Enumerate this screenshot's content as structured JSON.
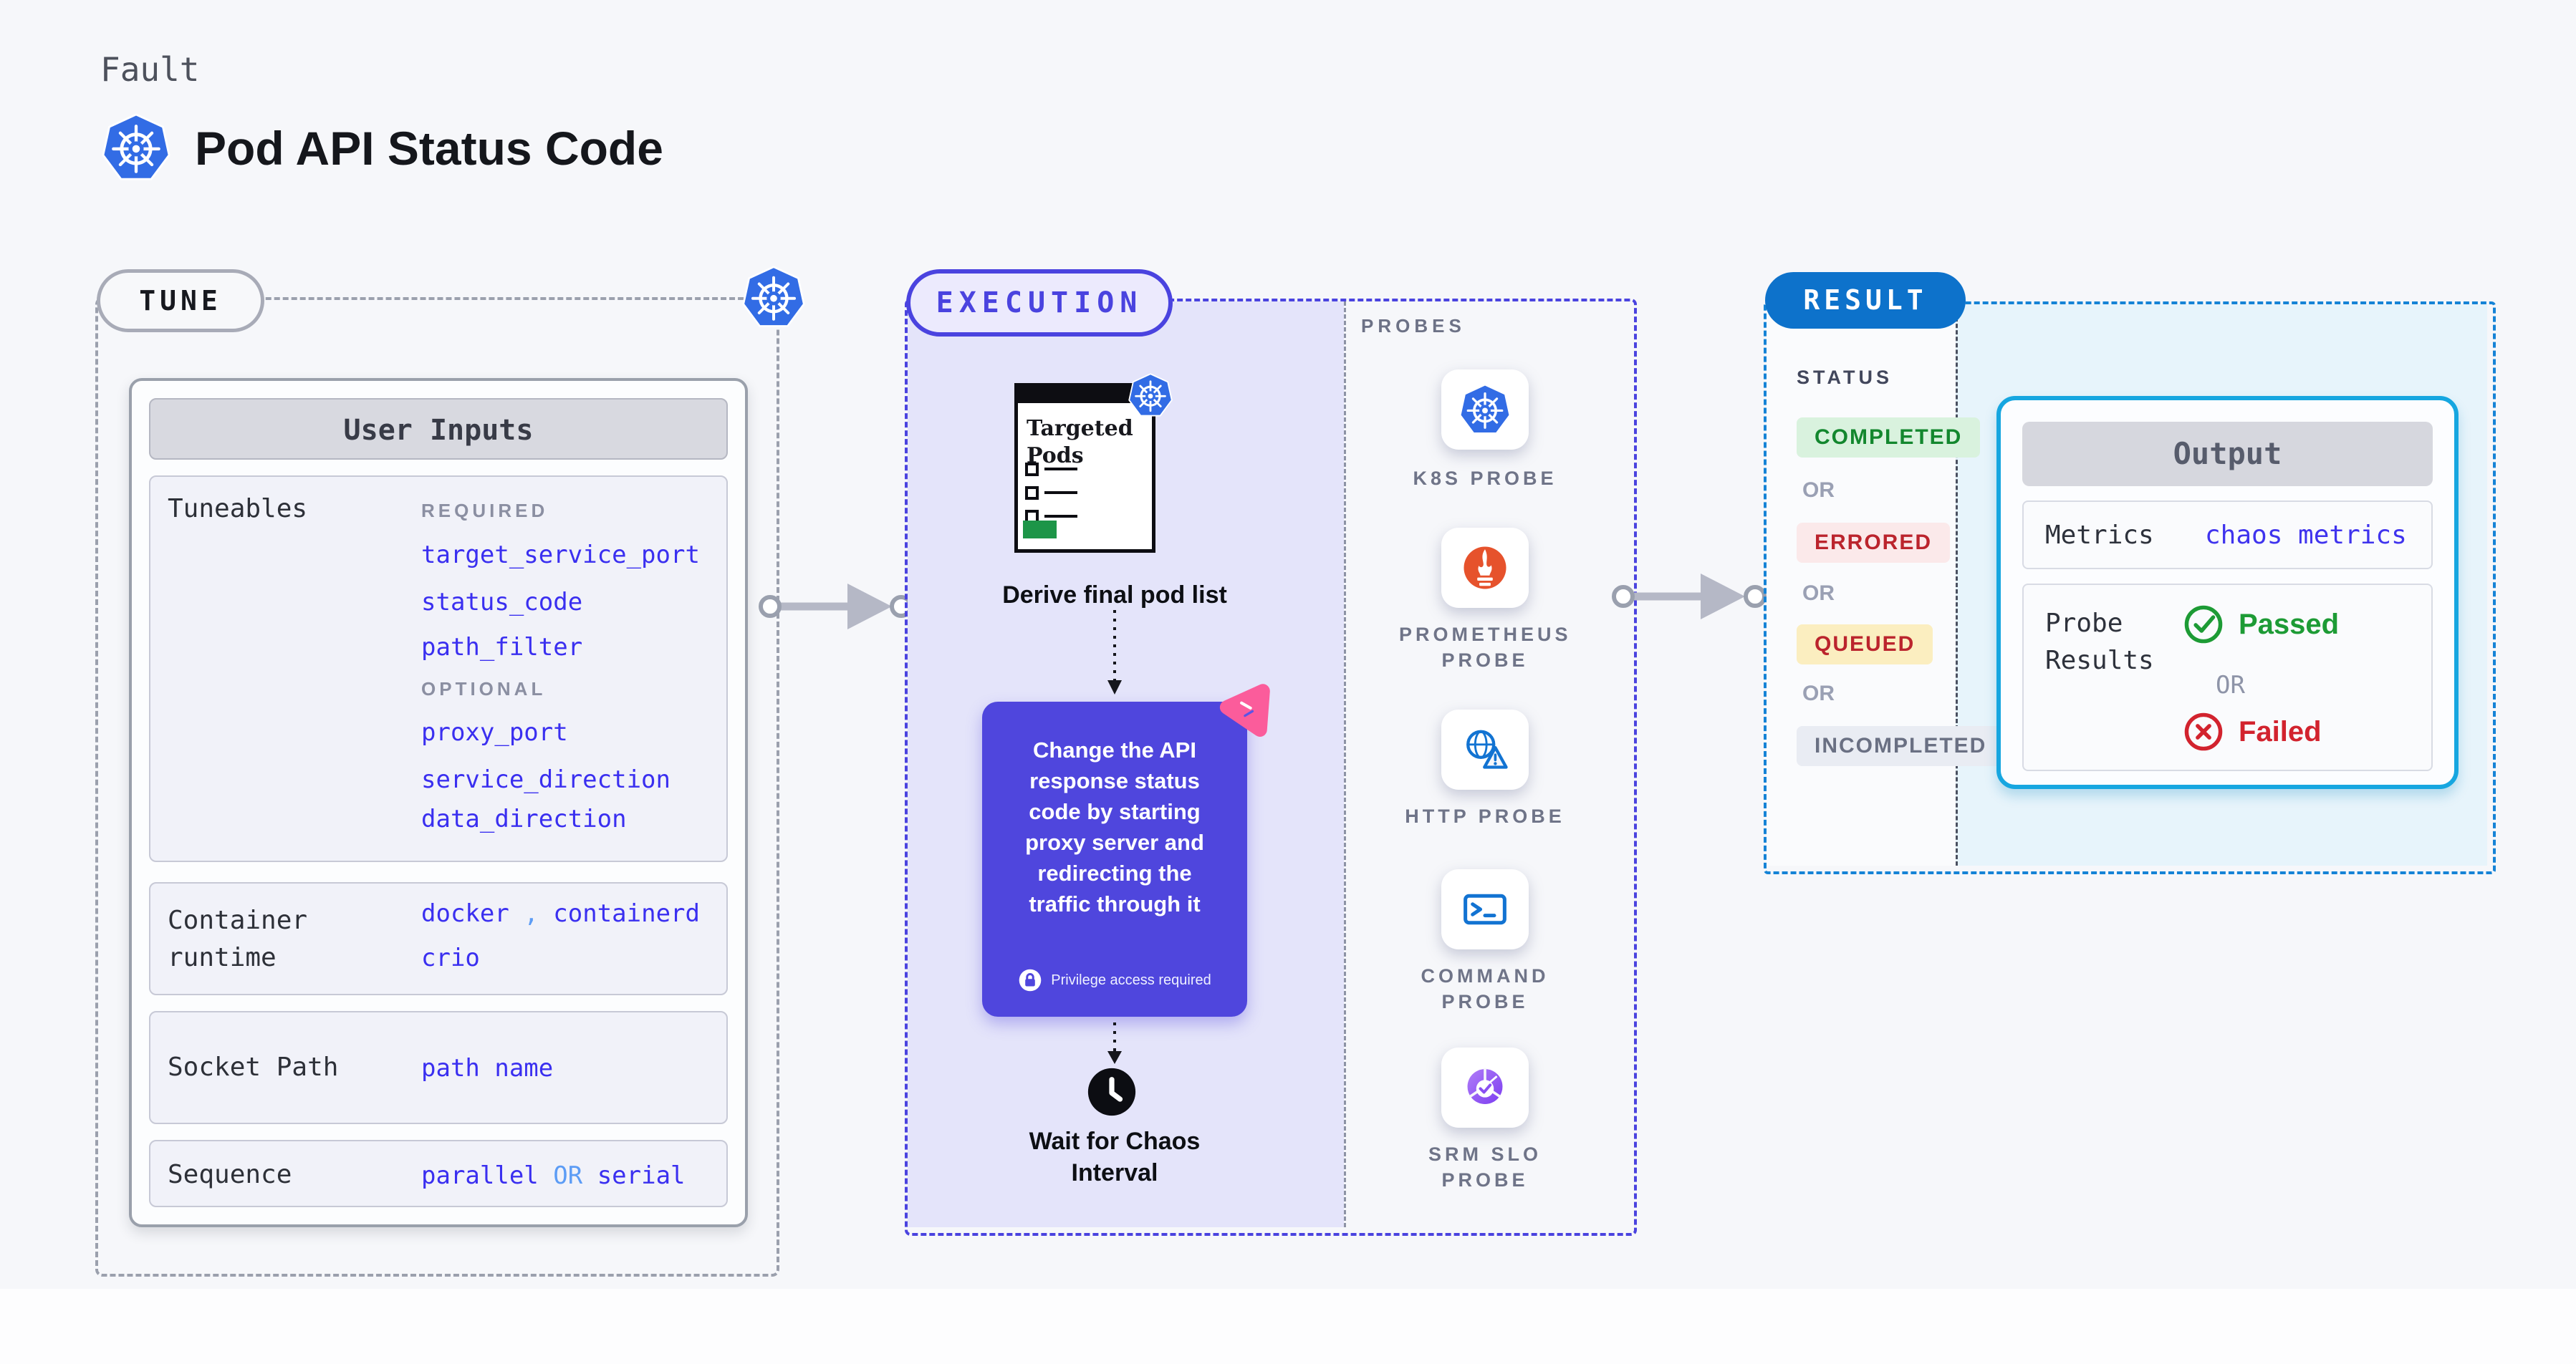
{
  "header": {
    "category": "Fault",
    "title": "Pod API Status Code"
  },
  "tune": {
    "pill": "TUNE",
    "card_title": "User Inputs",
    "tuneables": {
      "label": "Tuneables",
      "required_label": "REQUIRED",
      "required": [
        "target_service_port",
        "status_code",
        "path_filter"
      ],
      "optional_label": "OPTIONAL",
      "optional": [
        "proxy_port",
        "service_direction",
        "data_direction"
      ]
    },
    "container_runtime": {
      "label": "Container runtime",
      "value_1": "docker",
      "separator": ",",
      "value_2": "containerd",
      "value_3": "crio"
    },
    "socket_path": {
      "label": "Socket Path",
      "value": "path name"
    },
    "sequence": {
      "label": "Sequence",
      "value_a": "parallel",
      "or": "OR",
      "value_b": "serial"
    }
  },
  "execution": {
    "pill": "EXECUTION",
    "targeted_pods_title": "Targeted Pods",
    "derive_step": "Derive final pod list",
    "chaos_step": "Change the API response status code by starting proxy server and redirecting the traffic through it",
    "privilege_note": "Privilege access required",
    "wait_step": "Wait for Chaos Interval"
  },
  "probes": {
    "title": "PROBES",
    "items": [
      {
        "name": "K8S PROBE",
        "icon": "kubernetes-icon"
      },
      {
        "name": "PROMETHEUS PROBE",
        "icon": "prometheus-icon"
      },
      {
        "name": "HTTP PROBE",
        "icon": "http-globe-warning-icon"
      },
      {
        "name": "COMMAND PROBE",
        "icon": "terminal-icon"
      },
      {
        "name": "SRM SLO PROBE",
        "icon": "slo-gauge-icon"
      }
    ]
  },
  "result": {
    "pill": "RESULT",
    "status_title": "STATUS",
    "or": "OR",
    "statuses": [
      {
        "text": "COMPLETED",
        "fg": "#13872e",
        "bg": "#d9f2de"
      },
      {
        "text": "ERRORED",
        "fg": "#bb242d",
        "bg": "#fbe9ea"
      },
      {
        "text": "QUEUED",
        "fg": "#bb242d",
        "bg": "#fbeec0"
      },
      {
        "text": "INCOMPLETED",
        "fg": "#6a7083",
        "bg": "#e9ecf3"
      }
    ],
    "output": {
      "title": "Output",
      "metrics_label": "Metrics",
      "metrics_value": "chaos metrics",
      "probe_results_label": "Probe Results",
      "passed": "Passed",
      "or": "OR",
      "failed": "Failed"
    }
  },
  "colors": {
    "accent_indigo": "#4a43df",
    "accent_blue": "#0d72cb",
    "accent_cyan": "#16a6e0",
    "link_blue": "#3a2ff0",
    "kubernetes_blue": "#326ce5",
    "prometheus_orange": "#e6522c",
    "litmus_pink": "#fb5c9b",
    "success_green": "#1d9b35",
    "error_red": "#d2232e"
  }
}
